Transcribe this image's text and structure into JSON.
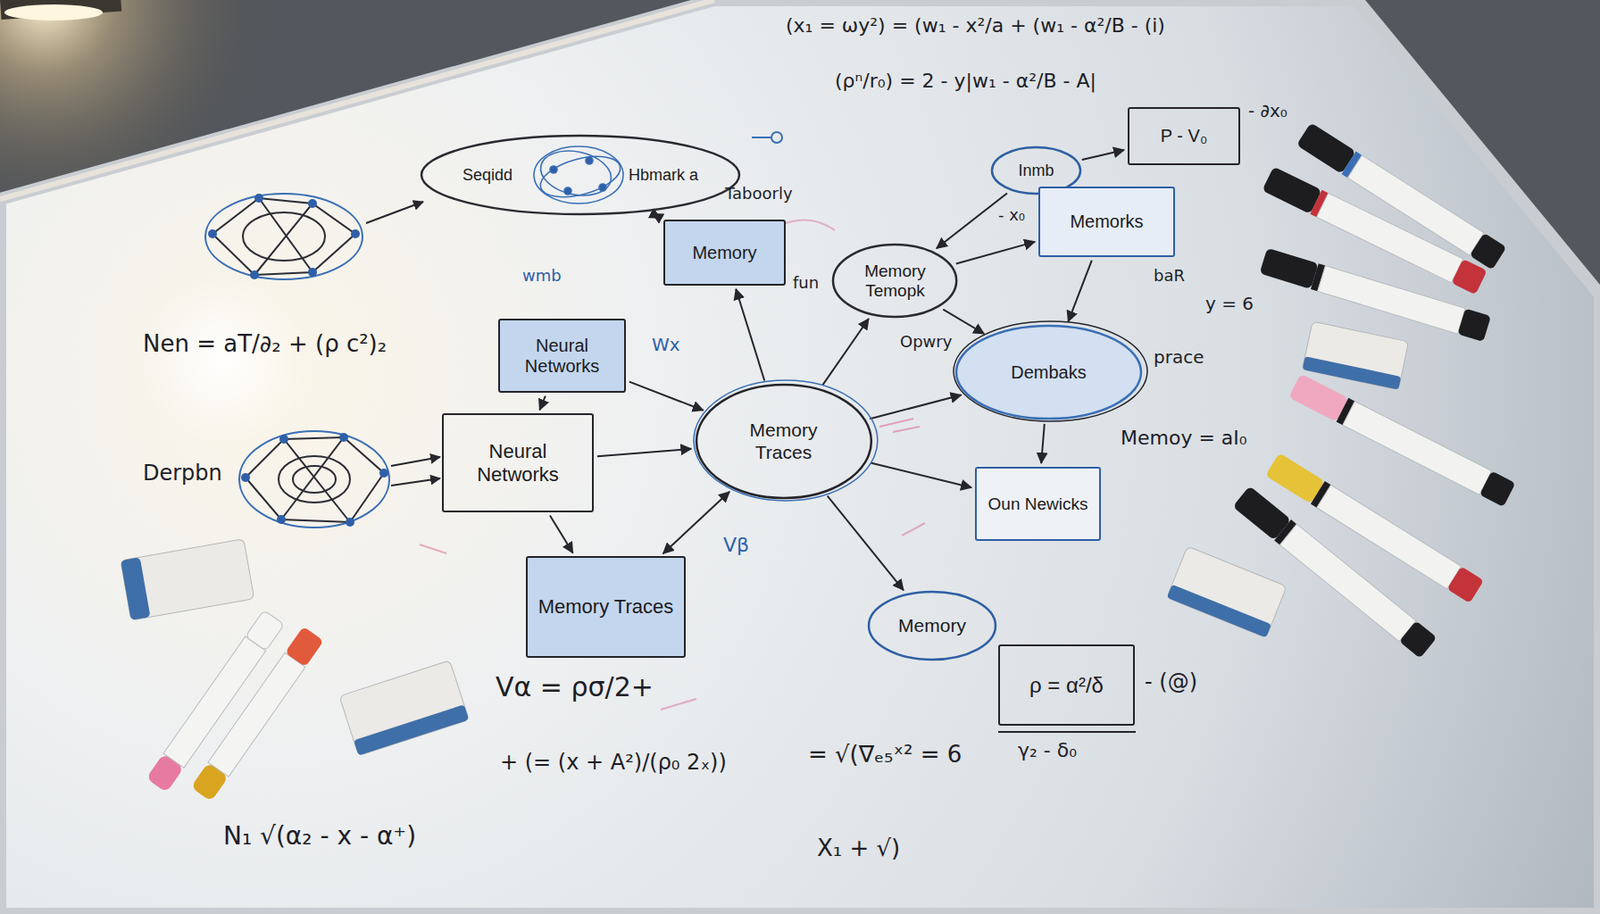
{
  "diagram": {
    "nodes": [
      {
        "text": [
          "Seqidd",
          "Hbmark a"
        ]
      },
      {
        "text": [
          "Memory"
        ]
      },
      {
        "text": [
          "Memory Temopk"
        ]
      },
      {
        "text": [
          "Inmb"
        ]
      },
      {
        "text": [
          "Memorks"
        ]
      },
      {
        "text": [
          "P - V₀"
        ]
      },
      {
        "text": [
          "Neural Networks"
        ]
      },
      {
        "text": [
          "Neural Networks"
        ]
      },
      {
        "text": [
          "Memory Traces"
        ]
      },
      {
        "text": [
          "Dembaks"
        ]
      },
      {
        "text": [
          "Memory Traces"
        ]
      },
      {
        "text": [
          "Oun Newicks"
        ]
      },
      {
        "text": [
          "Memory"
        ]
      },
      {
        "text": [
          "ρ = α²/δ"
        ]
      }
    ],
    "edges": [
      {
        "from": 0,
        "to": 1,
        "arrow": "both"
      },
      {
        "from": 8,
        "to": 1,
        "arrow": "to"
      },
      {
        "from": 6,
        "to": 7,
        "arrow": "to"
      },
      {
        "from": 6,
        "to": 8,
        "arrow": "to"
      },
      {
        "from": 7,
        "to": 8,
        "arrow": "to"
      },
      {
        "from": 7,
        "to": 10,
        "arrow": "to"
      },
      {
        "from": 8,
        "to": 10,
        "arrow": "both"
      },
      {
        "from": 8,
        "to": 2,
        "arrow": "to"
      },
      {
        "from": 8,
        "to": 9,
        "arrow": "to"
      },
      {
        "from": 8,
        "to": 11,
        "arrow": "to"
      },
      {
        "from": 8,
        "to": 12,
        "arrow": "to"
      },
      {
        "from": 2,
        "to": 9,
        "arrow": "to"
      },
      {
        "from": 3,
        "to": 5,
        "arrow": "to"
      },
      {
        "from": 3,
        "to": 2,
        "arrow": "to"
      },
      {
        "from": 4,
        "to": 9,
        "arrow": "to"
      },
      {
        "from": 2,
        "to": 4,
        "arrow": "to"
      },
      {
        "from": 9,
        "to": 11,
        "arrow": "to"
      }
    ],
    "labels": [
      "(x₁ = ωy²) = (w₁ - x²/a + (w₁ - α²/B - (i)",
      "(ρⁿ/r₀) = 2 - y|w₁ - α²/B - A|",
      "- ∂x₀",
      "Taboorly",
      "wmb",
      "fun",
      "Opwry",
      "Wx",
      "- x₀",
      "baR",
      "y = 6",
      "prace",
      "Memoy = aI₀",
      "Nen = aT/∂₂ + (ρ c²)₂",
      "Derpbn",
      "Vβ",
      "Vα = ρσ/2+",
      "γ₂ - δ₀",
      "- (@)",
      "= √(∇ₑ₅ˣ² = 6",
      "+ (= (x + A²)/(ρ₀ 2ₓ))",
      "N₁ √(α₂ - x - α⁺)",
      "X₁ + √)"
    ]
  }
}
